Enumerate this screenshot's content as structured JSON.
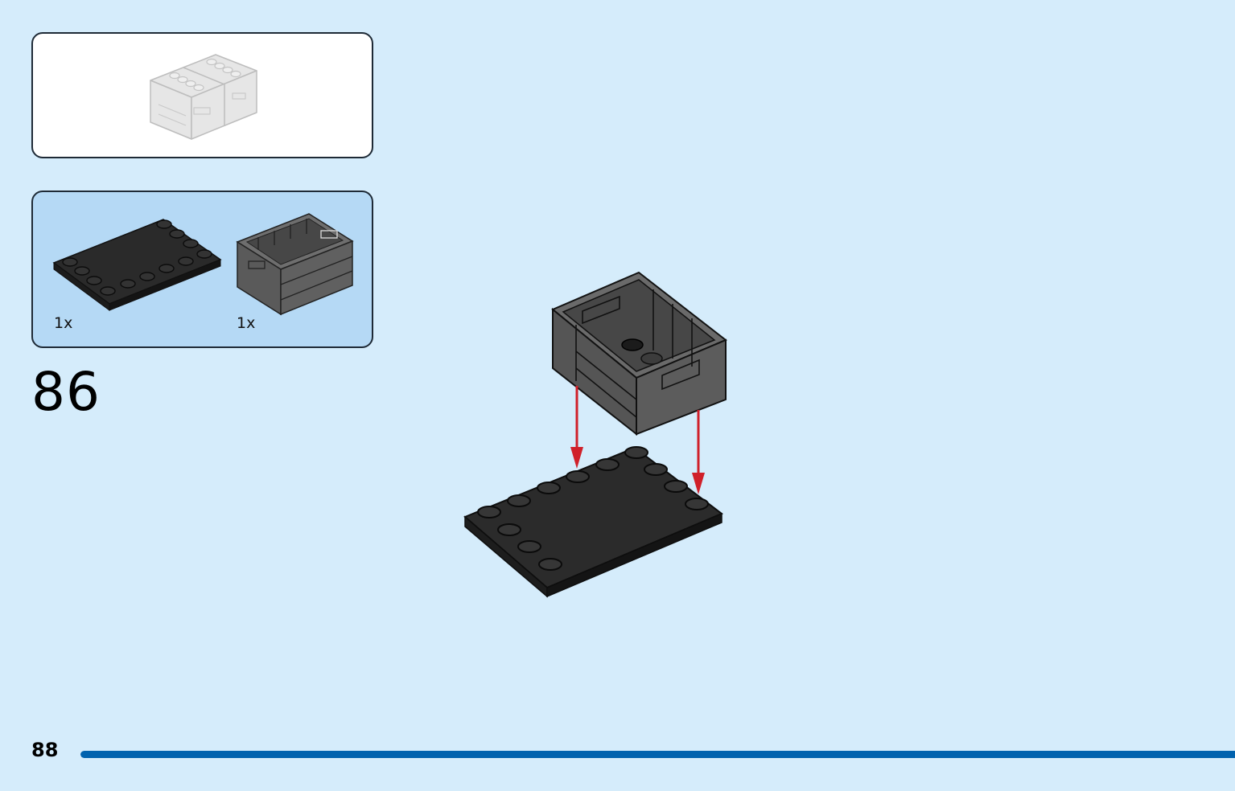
{
  "step": {
    "number": "86"
  },
  "parts_list": {
    "items": [
      {
        "quantity": "1x",
        "part": "plate-with-studs-icon",
        "color": "#2a2a2a"
      },
      {
        "quantity": "1x",
        "part": "crate-brick-icon",
        "color": "#5e5e5e"
      }
    ]
  },
  "footer": {
    "page_number": "88",
    "progress": 1.0
  },
  "colors": {
    "background": "#d5ecfb",
    "parts_panel": "#b5d9f5",
    "progress_bar": "#0062ae",
    "arrow": "#d0202a"
  }
}
